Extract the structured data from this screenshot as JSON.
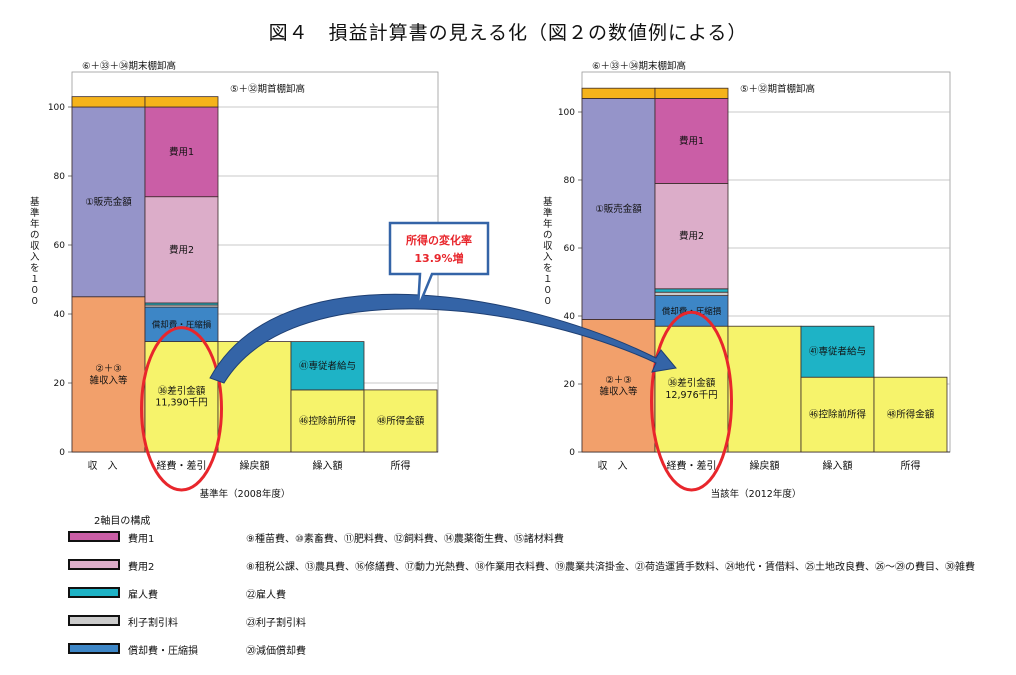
{
  "title": "図４　損益計算書の見える化（図２の数値例による）",
  "colors": {
    "sales": "#9594c9",
    "misc_income": "#f2a06b",
    "cost1": "#ca5ea6",
    "cost2": "#dcadc9",
    "labor": "#1eb3c6",
    "interest": "#cbcbcb",
    "depreciation": "#3d86c6",
    "yellow": "#f6f36b",
    "inventory": "#f5b31b",
    "ellipse": "#e8262c",
    "arrow": "#3464a7",
    "callout_text": "#e8262c"
  },
  "callout": {
    "line1": "所得の変化率",
    "line2": "13.9%増"
  },
  "chart_data": [
    {
      "type": "bar",
      "caption": "基準年（2008年度）",
      "ylabel": "基準年の収入を１００",
      "ylim": [
        0,
        100
      ],
      "yticks": [
        0,
        20,
        40,
        60,
        80,
        100
      ],
      "categories": [
        "収　入",
        "経費・差引",
        "繰戻額",
        "繰入額",
        "所得"
      ],
      "top_labels": {
        "closing": "⑥＋㉝＋㉞期末棚卸高",
        "opening": "⑤＋㉜期首棚卸高"
      },
      "bars": [
        {
          "col": 0,
          "key": "misc_income",
          "y0": 0,
          "y1": 45,
          "label": "②＋③\n雑収入等"
        },
        {
          "col": 0,
          "key": "sales",
          "y0": 45,
          "y1": 100,
          "label": "①販売金額"
        },
        {
          "col": 0,
          "key": "inventory",
          "y0": 100,
          "y1": 103,
          "label": ""
        },
        {
          "col": 1,
          "key": "yellow",
          "y0": 0,
          "y1": 32,
          "label": "㊱差引金額\n11,390千円"
        },
        {
          "col": 1,
          "key": "depreciation",
          "y0": 32,
          "y1": 42,
          "label": "償却費・圧縮損"
        },
        {
          "col": 1,
          "key": "interest",
          "y0": 42,
          "y1": 42.6,
          "label": ""
        },
        {
          "col": 1,
          "key": "labor",
          "y0": 42.6,
          "y1": 43.2,
          "label": ""
        },
        {
          "col": 1,
          "key": "cost2",
          "y0": 43.2,
          "y1": 74,
          "label": "費用2"
        },
        {
          "col": 1,
          "key": "cost1",
          "y0": 74,
          "y1": 100,
          "label": "費用1"
        },
        {
          "col": 1,
          "key": "inventory",
          "y0": 100,
          "y1": 103,
          "label": ""
        },
        {
          "col": 2,
          "key": "yellow",
          "y0": 0,
          "y1": 32,
          "label": ""
        },
        {
          "col": 3,
          "key": "yellow",
          "y0": 0,
          "y1": 18,
          "label": "㊻控除前所得"
        },
        {
          "col": 3,
          "key": "labor",
          "y0": 18,
          "y1": 32,
          "label": "㊶専従者給与"
        },
        {
          "col": 4,
          "key": "yellow",
          "y0": 0,
          "y1": 18,
          "label": "㊽所得金額"
        }
      ]
    },
    {
      "type": "bar",
      "caption": "当該年（2012年度）",
      "ylabel": "基準年の収入を１００",
      "ylim": [
        0,
        100
      ],
      "yticks": [
        0,
        20,
        40,
        60,
        80,
        100
      ],
      "categories": [
        "収　入",
        "経費・差引",
        "繰戻額",
        "繰入額",
        "所得"
      ],
      "top_labels": {
        "closing": "⑥＋㉝＋㉞期末棚卸高",
        "opening": "⑤＋㉜期首棚卸高"
      },
      "bars": [
        {
          "col": 0,
          "key": "misc_income",
          "y0": 0,
          "y1": 39,
          "label": "②＋③\n雑収入等"
        },
        {
          "col": 0,
          "key": "sales",
          "y0": 39,
          "y1": 104,
          "label": "①販売金額"
        },
        {
          "col": 0,
          "key": "inventory",
          "y0": 104,
          "y1": 107,
          "label": ""
        },
        {
          "col": 1,
          "key": "yellow",
          "y0": 0,
          "y1": 37,
          "label": "㊱差引金額\n12,976千円"
        },
        {
          "col": 1,
          "key": "depreciation",
          "y0": 37,
          "y1": 46,
          "label": "償却費・圧縮損"
        },
        {
          "col": 1,
          "key": "interest",
          "y0": 46,
          "y1": 47,
          "label": ""
        },
        {
          "col": 1,
          "key": "labor",
          "y0": 47,
          "y1": 48,
          "label": ""
        },
        {
          "col": 1,
          "key": "cost2",
          "y0": 48,
          "y1": 79,
          "label": "費用2"
        },
        {
          "col": 1,
          "key": "cost1",
          "y0": 79,
          "y1": 104,
          "label": "費用1"
        },
        {
          "col": 1,
          "key": "inventory",
          "y0": 104,
          "y1": 107,
          "label": ""
        },
        {
          "col": 2,
          "key": "yellow",
          "y0": 0,
          "y1": 37,
          "label": ""
        },
        {
          "col": 3,
          "key": "yellow",
          "y0": 0,
          "y1": 22,
          "label": "㊻控除前所得"
        },
        {
          "col": 3,
          "key": "labor",
          "y0": 22,
          "y1": 37,
          "label": "㊶専従者給与"
        },
        {
          "col": 4,
          "key": "yellow",
          "y0": 0,
          "y1": 22,
          "label": "㊽所得金額"
        }
      ]
    }
  ],
  "legend": {
    "title": "2軸目の構成",
    "items": [
      {
        "key": "cost1",
        "label": "費用1",
        "desc": "⑨種苗費、⑩素畜費、⑪肥料費、⑫飼料費、⑭農薬衛生費、⑮諸材料費"
      },
      {
        "key": "cost2",
        "label": "費用2",
        "desc": "⑧租税公課、⑬農具費、⑯修繕費、⑰動力光熱費、⑱作業用衣料費、⑲農業共済掛金、㉑荷造運賃手数料、㉔地代・賃借料、㉕土地改良費、㉖～㉙の費目、㉚雑費"
      },
      {
        "key": "labor",
        "label": "雇人費",
        "desc": "㉒雇人費"
      },
      {
        "key": "interest",
        "label": "利子割引料",
        "desc": "㉓利子割引料"
      },
      {
        "key": "depreciation",
        "label": "償却費・圧縮損",
        "desc": "⑳減価償却費"
      }
    ]
  }
}
